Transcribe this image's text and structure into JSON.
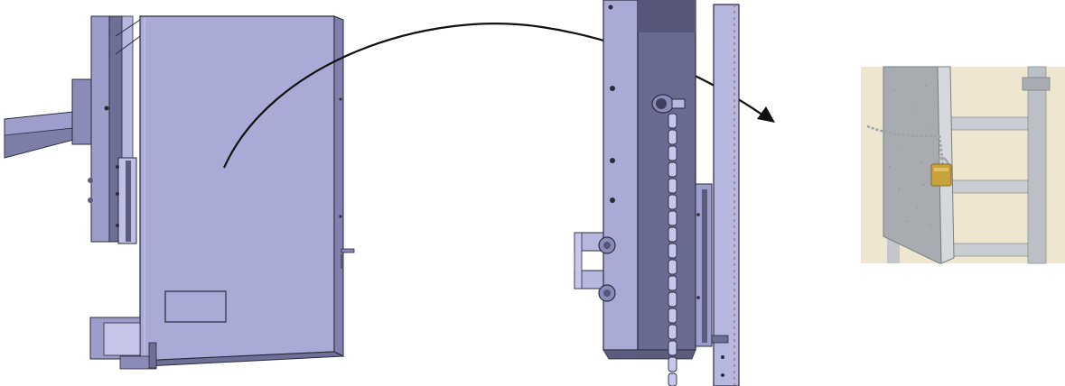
{
  "figure": {
    "panels": [
      {
        "id": "panel-door-closed-cad"
      },
      {
        "id": "panel-door-side-cad"
      },
      {
        "id": "panel-photo-locked-door"
      }
    ],
    "arrow": {
      "from": "panel-door-closed-cad",
      "to": "panel-door-side-cad"
    }
  },
  "colors": {
    "cad_face": "#a9aad6",
    "cad_face_light": "#c4c5e8",
    "cad_dark": "#5c5c7e",
    "cad_mid": "#8a8bb9",
    "outline": "#2a2a3a",
    "arrow": "#111111",
    "photo_bg": "#efe6cf",
    "photo_metal": "#b9bcc0",
    "padlock": "#c8a23a"
  }
}
